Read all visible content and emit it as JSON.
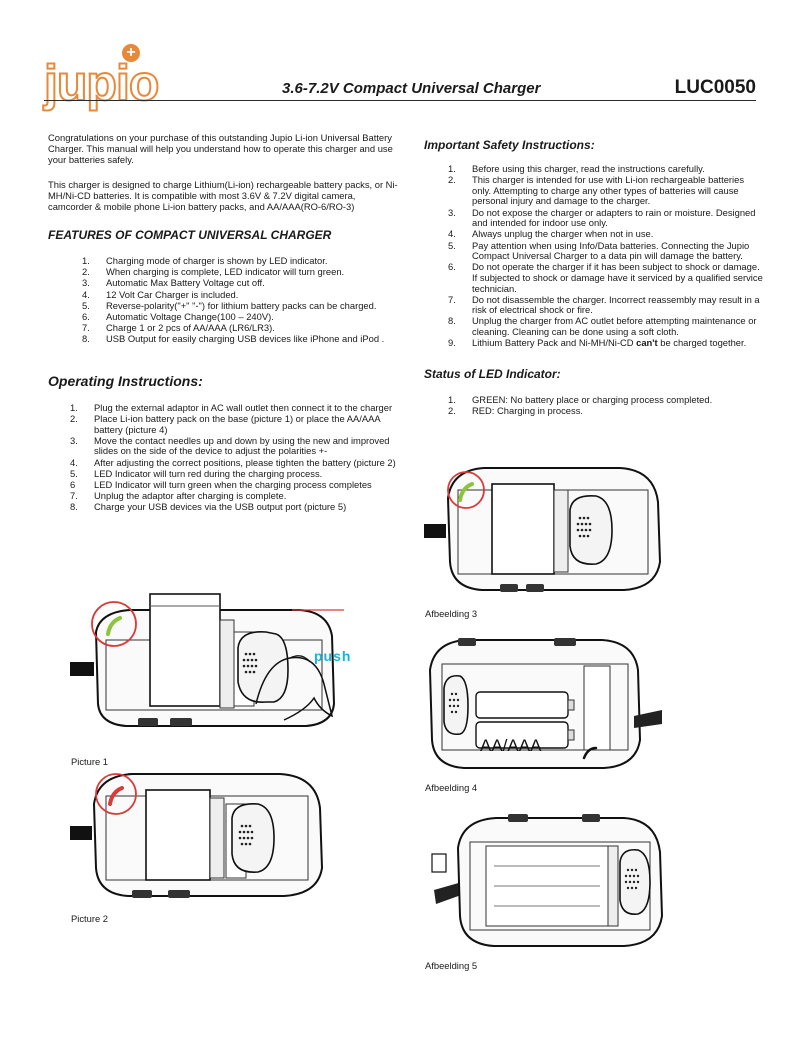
{
  "header": {
    "logo_text": "jupio",
    "title": "3.6-7.2V Compact Universal Charger",
    "code": "LUC0050"
  },
  "left": {
    "intro_1": "Congratulations on your purchase of this outstanding Jupio Li-ion Universal Battery Charger. This manual will help you understand how to operate this charger and use your batteries safely.",
    "intro_2": "This charger is designed to charge Lithium(Li-ion) rechargeable battery packs, or Ni-MH/Ni-CD batteries.  It is compatible with most 3.6V & 7.2V digital camera, camcorder & mobile phone Li-ion battery packs, and AA/AAA(RO-6/RO-3)",
    "features_heading": "FEATURES OF COMPACT UNIVERSAL CHARGER",
    "features": [
      {
        "n": "1.",
        "t": "Charging mode of charger is shown by LED indicator."
      },
      {
        "n": "2.",
        "t": "When charging is complete, LED indicator will turn green."
      },
      {
        "n": "3.",
        "t": "Automatic Max Battery Voltage cut off."
      },
      {
        "n": "4.",
        "t": "12 Volt Car Charger is included."
      },
      {
        "n": "5.",
        "t": "Reverse-polarity(\"+\" \"-\") for lithium battery packs can be charged."
      },
      {
        "n": "6.",
        "t": "Automatic Voltage Change(100 – 240V)."
      },
      {
        "n": "7.",
        "t": "Charge 1 or 2 pcs of AA/AAA (LR6/LR3)."
      },
      {
        "n": "8.",
        "t": "USB Output for easily charging USB devices like iPhone and iPod ."
      }
    ],
    "ops_heading": "Operating Instructions:",
    "ops": [
      {
        "n": "1.",
        "t": "Plug the external adaptor in AC wall outlet then connect it to the charger"
      },
      {
        "n": "2.",
        "t": "Place Li-ion battery pack on the base (picture 1)  or place the AA/AAA battery (picture 4)"
      },
      {
        "n": "3.",
        "t": "Move the contact needles up and down by using the new and improved slides on the side of the device to adjust the polarities +-"
      },
      {
        "n": "4.",
        "t": "After adjusting the correct positions, please tighten the battery (picture 2)"
      },
      {
        "n": "5.",
        "t": "LED Indicator will turn red  during the charging process."
      },
      {
        "n": "6",
        "t": "LED Indicator will turn green when the charging process completes"
      },
      {
        "n": "7.",
        "t": "Unplug the adaptor after charging is complete."
      },
      {
        "n": "8.",
        "t": "Charge your USB devices via the USB output port (picture 5)"
      }
    ],
    "picture1_label": "Picture 1",
    "picture1_push": "push",
    "picture2_label": "Picture 2"
  },
  "right": {
    "safety_heading": "Important Safety Instructions:",
    "safety": [
      {
        "n": "1.",
        "t": "Before using this charger, read the instructions carefully."
      },
      {
        "n": "2.",
        "t": "This charger is intended for use with Li-ion rechargeable batteries only. Attempting to charge any other types of batteries will cause personal injury and damage to the charger."
      },
      {
        "n": "3.",
        "t": "Do not expose the charger or adapters to rain or moisture. Designed and intended for indoor use only."
      },
      {
        "n": "4.",
        "t": "Always unplug the charger when not in use."
      },
      {
        "n": "5.",
        "t": "Pay attention when using Info/Data batteries. Connecting the Jupio Compact Universal Charger to a data pin will damage the battery."
      },
      {
        "n": "6.",
        "t": "Do not operate the charger if it has been subject to shock or damage.  If subjected to shock or damage have it serviced by a qualified service technician."
      },
      {
        "n": "7.",
        "t": "Do not disassemble the charger. Incorrect reassembly may result in a risk of electrical shock or fire."
      },
      {
        "n": "8.",
        "t": "Unplug the charger from AC outlet before attempting maintenance or cleaning. Cleaning can be done using a soft cloth."
      },
      {
        "n": "9.",
        "t_pre": "Lithium Battery Pack and Ni-MH/Ni-CD ",
        "t_bold": "can't",
        "t_post": " be charged together."
      }
    ],
    "led_heading": "Status of LED Indicator:",
    "led": [
      {
        "n": "1.",
        "t": "GREEN:  No battery place or charging process completed."
      },
      {
        "n": "2.",
        "t": "RED:  Charging in process."
      }
    ],
    "afb3_label": "Afbeelding 3",
    "afb4_label": "Afbeelding 4",
    "afb4_text": "AA/AAA",
    "afb5_label": "Afbeelding 5"
  },
  "colors": {
    "logo_orange": "#e8893a",
    "led_red": "#d93a3a",
    "led_green": "#8cc43d",
    "push_cyan": "#19b5d8"
  }
}
